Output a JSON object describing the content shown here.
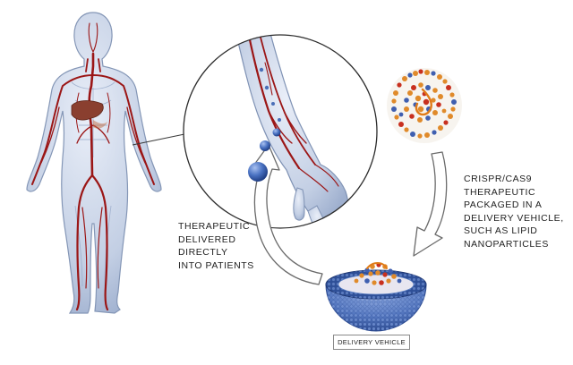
{
  "labels": {
    "delivered_directly": "THERAPEUTIC\nDELIVERED\nDIRECTLY\nINTO PATIENTS",
    "crispr_packaged": "CRISPR/CAS9\nTHERAPEUTIC\nPACKAGED IN A\nDELIVERY VEHICLE,\nSUCH AS LIPID\nNANOPARTICLES",
    "delivery_vehicle": "DELIVERY VEHICLE"
  },
  "colors": {
    "body_fill": "#c7d3e6",
    "body_outline": "#8a9bb8",
    "artery": "#a11a1a",
    "liver": "#8a3f2f",
    "arrow_fill": "#ffffff",
    "arrow_stroke": "#6a6a6a",
    "nanoparticle": "#3f66b3",
    "lipid_shell": "#5a7fc4",
    "protein_orange": "#e08a2a",
    "protein_blue": "#3f5fb0",
    "protein_red": "#c8301f"
  }
}
